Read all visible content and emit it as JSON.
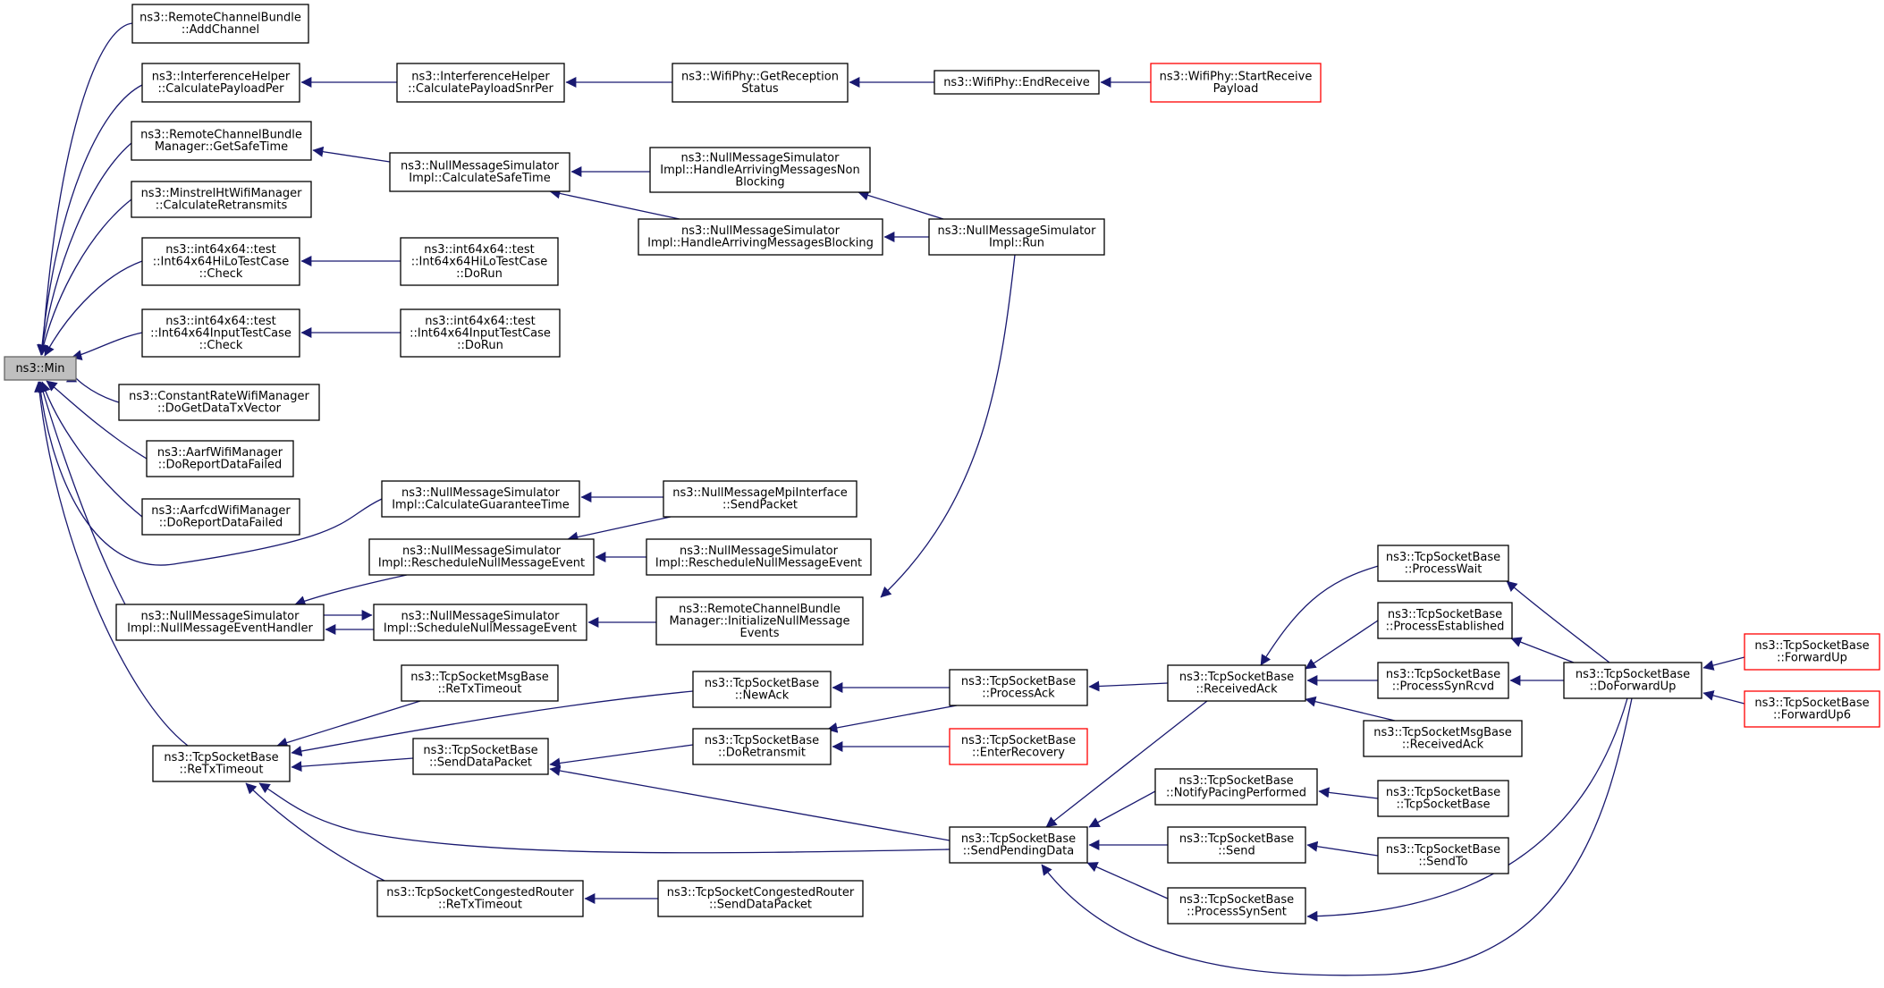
{
  "colors": {
    "edge": "#191970",
    "box_border": "#000000",
    "root_fill": "#bfbfbf",
    "truncated_border": "#ff0000"
  },
  "nodes": [
    {
      "id": "min",
      "lines": [
        "ns3::Min"
      ],
      "root": true
    },
    {
      "id": "rcb_addchannel",
      "lines": [
        "ns3::RemoteChannelBundle",
        "::AddChannel"
      ]
    },
    {
      "id": "ih_cpp",
      "lines": [
        "ns3::InterferenceHelper",
        "::CalculatePayloadPer"
      ]
    },
    {
      "id": "ih_cpsp",
      "lines": [
        "ns3::InterferenceHelper",
        "::CalculatePayloadSnrPer"
      ]
    },
    {
      "id": "wp_grs",
      "lines": [
        "ns3::WifiPhy::GetReception",
        "Status"
      ]
    },
    {
      "id": "wp_er",
      "lines": [
        "ns3::WifiPhy::EndReceive"
      ]
    },
    {
      "id": "wp_srp",
      "lines": [
        "ns3::WifiPhy::StartReceive",
        "Payload"
      ],
      "truncated": true
    },
    {
      "id": "rcbm_gst",
      "lines": [
        "ns3::RemoteChannelBundle",
        "Manager::GetSafeTime"
      ]
    },
    {
      "id": "nms_cst",
      "lines": [
        "ns3::NullMessageSimulator",
        "Impl::CalculateSafeTime"
      ]
    },
    {
      "id": "nms_hamnb",
      "lines": [
        "ns3::NullMessageSimulator",
        "Impl::HandleArrivingMessagesNon",
        "Blocking"
      ]
    },
    {
      "id": "nms_hamb",
      "lines": [
        "ns3::NullMessageSimulator",
        "Impl::HandleArrivingMessagesBlocking"
      ]
    },
    {
      "id": "nms_run",
      "lines": [
        "ns3::NullMessageSimulator",
        "Impl::Run"
      ]
    },
    {
      "id": "mhwm_cr",
      "lines": [
        "ns3::MinstrelHtWifiManager",
        "::CalculateRetransmits"
      ]
    },
    {
      "id": "hilo_check",
      "lines": [
        "ns3::int64x64::test",
        "::Int64x64HiLoTestCase",
        "::Check"
      ]
    },
    {
      "id": "hilo_dorun",
      "lines": [
        "ns3::int64x64::test",
        "::Int64x64HiLoTestCase",
        "::DoRun"
      ]
    },
    {
      "id": "input_check",
      "lines": [
        "ns3::int64x64::test",
        "::Int64x64InputTestCase",
        "::Check"
      ]
    },
    {
      "id": "input_dorun",
      "lines": [
        "ns3::int64x64::test",
        "::Int64x64InputTestCase",
        "::DoRun"
      ]
    },
    {
      "id": "crwm",
      "lines": [
        "ns3::ConstantRateWifiManager",
        "::DoGetDataTxVector"
      ]
    },
    {
      "id": "aarf",
      "lines": [
        "ns3::AarfWifiManager",
        "::DoReportDataFailed"
      ]
    },
    {
      "id": "aarfcd",
      "lines": [
        "ns3::AarfcdWifiManager",
        "::DoReportDataFailed"
      ]
    },
    {
      "id": "nms_cgt",
      "lines": [
        "ns3::NullMessageSimulator",
        "Impl::CalculateGuaranteeTime"
      ]
    },
    {
      "id": "nmmi_sp",
      "lines": [
        "ns3::NullMessageMpiInterface",
        "::SendPacket"
      ]
    },
    {
      "id": "nms_rnme_a",
      "lines": [
        "ns3::NullMessageSimulator",
        "Impl::RescheduleNullMessageEvent"
      ]
    },
    {
      "id": "nms_rnme_b",
      "lines": [
        "ns3::NullMessageSimulator",
        "Impl::RescheduleNullMessageEvent"
      ]
    },
    {
      "id": "nms_nmeh",
      "lines": [
        "ns3::NullMessageSimulator",
        "Impl::NullMessageEventHandler"
      ]
    },
    {
      "id": "nms_snme",
      "lines": [
        "ns3::NullMessageSimulator",
        "Impl::ScheduleNullMessageEvent"
      ]
    },
    {
      "id": "rcbm_inme",
      "lines": [
        "ns3::RemoteChannelBundle",
        "Manager::InitializeNullMessage",
        "Events"
      ]
    },
    {
      "id": "tsmb_rtt",
      "lines": [
        "ns3::TcpSocketMsgBase",
        "::ReTxTimeout"
      ]
    },
    {
      "id": "tsb_rtt",
      "lines": [
        "ns3::TcpSocketBase",
        "::ReTxTimeout"
      ]
    },
    {
      "id": "tsb_newack",
      "lines": [
        "ns3::TcpSocketBase",
        "::NewAck"
      ]
    },
    {
      "id": "tsb_procack",
      "lines": [
        "ns3::TcpSocketBase",
        "::ProcessAck"
      ]
    },
    {
      "id": "tsb_recvack",
      "lines": [
        "ns3::TcpSocketBase",
        "::ReceivedAck"
      ]
    },
    {
      "id": "tsb_pwait",
      "lines": [
        "ns3::TcpSocketBase",
        "::ProcessWait"
      ]
    },
    {
      "id": "tsb_pest",
      "lines": [
        "ns3::TcpSocketBase",
        "::ProcessEstablished"
      ]
    },
    {
      "id": "tsb_psrcvd",
      "lines": [
        "ns3::TcpSocketBase",
        "::ProcessSynRcvd"
      ]
    },
    {
      "id": "tsmb_recvack",
      "lines": [
        "ns3::TcpSocketMsgBase",
        "::ReceivedAck"
      ]
    },
    {
      "id": "tsb_dfu",
      "lines": [
        "ns3::TcpSocketBase",
        "::DoForwardUp"
      ]
    },
    {
      "id": "tsb_fu",
      "lines": [
        "ns3::TcpSocketBase",
        "::ForwardUp"
      ],
      "truncated": true
    },
    {
      "id": "tsb_fu6",
      "lines": [
        "ns3::TcpSocketBase",
        "::ForwardUp6"
      ],
      "truncated": true
    },
    {
      "id": "tsb_doretx",
      "lines": [
        "ns3::TcpSocketBase",
        "::DoRetransmit"
      ]
    },
    {
      "id": "tsb_enterrec",
      "lines": [
        "ns3::TcpSocketBase",
        "::EnterRecovery"
      ],
      "truncated": true
    },
    {
      "id": "tsb_sdp",
      "lines": [
        "ns3::TcpSocketBase",
        "::SendDataPacket"
      ]
    },
    {
      "id": "tsb_spd",
      "lines": [
        "ns3::TcpSocketBase",
        "::SendPendingData"
      ]
    },
    {
      "id": "tsb_npp",
      "lines": [
        "ns3::TcpSocketBase",
        "::NotifyPacingPerformed"
      ]
    },
    {
      "id": "tsb_ctor",
      "lines": [
        "ns3::TcpSocketBase",
        "::TcpSocketBase"
      ]
    },
    {
      "id": "tsb_send",
      "lines": [
        "ns3::TcpSocketBase",
        "::Send"
      ]
    },
    {
      "id": "tsb_sendto",
      "lines": [
        "ns3::TcpSocketBase",
        "::SendTo"
      ]
    },
    {
      "id": "tsb_pss",
      "lines": [
        "ns3::TcpSocketBase",
        "::ProcessSynSent"
      ]
    },
    {
      "id": "tscr_rtt",
      "lines": [
        "ns3::TcpSocketCongestedRouter",
        "::ReTxTimeout"
      ]
    },
    {
      "id": "tscr_sdp",
      "lines": [
        "ns3::TcpSocketCongestedRouter",
        "::SendDataPacket"
      ]
    }
  ],
  "edges": [
    {
      "from": "rcb_addchannel",
      "to": "min"
    },
    {
      "from": "ih_cpp",
      "to": "min"
    },
    {
      "from": "rcbm_gst",
      "to": "min"
    },
    {
      "from": "mhwm_cr",
      "to": "min"
    },
    {
      "from": "hilo_check",
      "to": "min"
    },
    {
      "from": "input_check",
      "to": "min"
    },
    {
      "from": "crwm",
      "to": "min"
    },
    {
      "from": "aarf",
      "to": "min"
    },
    {
      "from": "aarfcd",
      "to": "min"
    },
    {
      "from": "nms_cgt",
      "to": "min"
    },
    {
      "from": "nms_nmeh",
      "to": "min"
    },
    {
      "from": "tsb_rtt",
      "to": "min"
    },
    {
      "from": "ih_cpsp",
      "to": "ih_cpp"
    },
    {
      "from": "wp_grs",
      "to": "ih_cpsp"
    },
    {
      "from": "wp_er",
      "to": "wp_grs"
    },
    {
      "from": "wp_srp",
      "to": "wp_er"
    },
    {
      "from": "nms_cst",
      "to": "rcbm_gst"
    },
    {
      "from": "nms_hamnb",
      "to": "nms_cst"
    },
    {
      "from": "nms_hamb",
      "to": "nms_cst"
    },
    {
      "from": "nms_run",
      "to": "nms_hamnb"
    },
    {
      "from": "nms_run",
      "to": "nms_hamb"
    },
    {
      "from": "hilo_dorun",
      "to": "hilo_check"
    },
    {
      "from": "input_dorun",
      "to": "input_check"
    },
    {
      "from": "nmmi_sp",
      "to": "nms_cgt"
    },
    {
      "from": "nmmi_sp",
      "to": "nms_rnme_a"
    },
    {
      "from": "nms_rnme_b",
      "to": "nms_rnme_a"
    },
    {
      "from": "nms_rnme_a",
      "to": "nms_nmeh"
    },
    {
      "from": "nms_snme",
      "to": "nms_nmeh"
    },
    {
      "from": "nms_nmeh",
      "to": "nms_snme"
    },
    {
      "from": "rcbm_inme",
      "to": "nms_snme"
    },
    {
      "from": "nms_run",
      "to": "rcbm_inme"
    },
    {
      "from": "tsmb_rtt",
      "to": "tsb_rtt"
    },
    {
      "from": "tsb_newack",
      "to": "tsb_rtt"
    },
    {
      "from": "tsb_sdp",
      "to": "tsb_rtt"
    },
    {
      "from": "tsb_spd",
      "to": "tsb_rtt"
    },
    {
      "from": "tscr_rtt",
      "to": "tsb_rtt"
    },
    {
      "from": "tsb_procack",
      "to": "tsb_newack"
    },
    {
      "from": "tsb_procack",
      "to": "tsb_doretx"
    },
    {
      "from": "tsb_recvack",
      "to": "tsb_procack"
    },
    {
      "from": "tsb_pwait",
      "to": "tsb_recvack"
    },
    {
      "from": "tsb_pest",
      "to": "tsb_recvack"
    },
    {
      "from": "tsb_psrcvd",
      "to": "tsb_recvack"
    },
    {
      "from": "tsmb_recvack",
      "to": "tsb_recvack"
    },
    {
      "from": "tsb_dfu",
      "to": "tsb_pwait"
    },
    {
      "from": "tsb_dfu",
      "to": "tsb_pest"
    },
    {
      "from": "tsb_dfu",
      "to": "tsb_psrcvd"
    },
    {
      "from": "tsb_fu",
      "to": "tsb_dfu"
    },
    {
      "from": "tsb_fu6",
      "to": "tsb_dfu"
    },
    {
      "from": "tsb_doretx",
      "to": "tsb_sdp"
    },
    {
      "from": "tsb_enterrec",
      "to": "tsb_doretx"
    },
    {
      "from": "tsb_spd",
      "to": "tsb_sdp"
    },
    {
      "from": "tsb_recvack",
      "to": "tsb_spd"
    },
    {
      "from": "tsb_npp",
      "to": "tsb_spd"
    },
    {
      "from": "tsb_send",
      "to": "tsb_spd"
    },
    {
      "from": "tsb_pss",
      "to": "tsb_spd"
    },
    {
      "from": "tsb_dfu",
      "to": "tsb_spd"
    },
    {
      "from": "tsb_ctor",
      "to": "tsb_npp"
    },
    {
      "from": "tsb_sendto",
      "to": "tsb_send"
    },
    {
      "from": "tsb_dfu",
      "to": "tsb_pss"
    },
    {
      "from": "tscr_sdp",
      "to": "tscr_rtt"
    }
  ]
}
